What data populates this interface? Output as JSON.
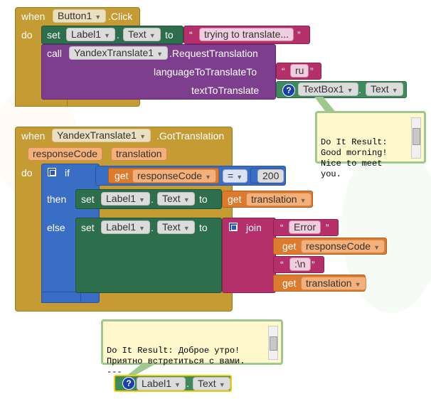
{
  "block1": {
    "when": "when",
    "component": "Button1",
    "event": ".Click",
    "do": "do",
    "set_kw": "set",
    "set_component": "Label1",
    "dot": ".",
    "set_prop": "Text",
    "to": "to",
    "string_value": "trying to translate...",
    "call_kw": "call",
    "call_component": "YandexTranslate1",
    "call_method": ".RequestTranslation",
    "arg1_label": "languageToTranslateTo",
    "arg1_value": "ru",
    "arg2_label": "textToTranslate",
    "arg2_component": "TextBox1",
    "arg2_prop": "Text"
  },
  "bubble1": {
    "lines": "Do It Result:\nGood morning!\nNice to meet\nyou."
  },
  "block2": {
    "when": "when",
    "component": "YandexTranslate1",
    "event": ".GotTranslation",
    "param1": "responseCode",
    "param2": "translation",
    "do": "do",
    "if_kw": "if",
    "get_kw": "get",
    "cond_var": "responseCode",
    "op": "=",
    "num": "200",
    "then_kw": "then",
    "else_kw": "else",
    "set_kw": "set",
    "set_component": "Label1",
    "dot": ".",
    "set_prop": "Text",
    "to": "to",
    "then_var": "translation",
    "join_kw": "join",
    "str_error": "Error",
    "else_var1": "responseCode",
    "str_newline": ":\\n",
    "else_var2": "translation"
  },
  "bubble2": {
    "lines": "Do It Result: Доброе утро!\nПриятно встретиться с вами.\n---"
  },
  "block3": {
    "component": "Label1",
    "dot": ".",
    "prop": "Text"
  },
  "colors": {
    "event_block": "#c59b34",
    "procedure_block": "#7e3e8e",
    "setter_block": "#2d6e4c",
    "logic_block": "#3a6ec4",
    "text_block": "#b5306a",
    "variable_block": "#dc7a2e"
  }
}
